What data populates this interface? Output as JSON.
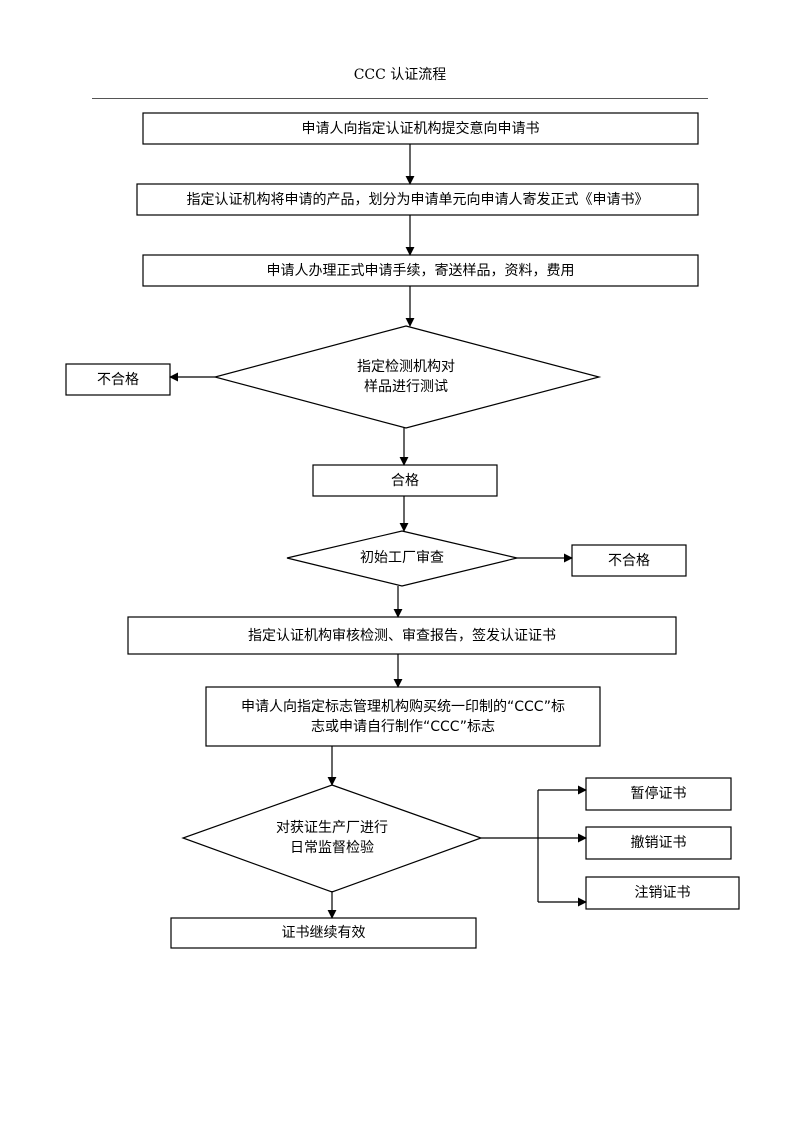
{
  "header": {
    "title": "CCC 认证流程"
  },
  "steps": {
    "submit_intent": "申请人向指定认证机构提交意向申请书",
    "issue_application": "指定认证机构将申请的产品，划分为申请单元向申请人寄发正式《申请书》",
    "formal_application": "申请人办理正式申请手续，寄送样品，资料，费用",
    "sample_test": {
      "line1": "指定检测机构对",
      "line2": "样品进行测试"
    },
    "test_fail": "不合格",
    "test_pass": "合格",
    "factory_inspection": "初始工厂审查",
    "inspection_fail": "不合格",
    "review_issue_cert": "指定认证机构审核检测、审查报告，签发认证证书",
    "purchase_mark": {
      "line1": "申请人向指定标志管理机构购买统一印制的“CCC”标",
      "line2": "志或申请自行制作“CCC”标志"
    },
    "surveillance": {
      "line1": "对获证生产厂进行",
      "line2": "日常监督检验"
    },
    "suspend_cert": "暂停证书",
    "revoke_cert": "撤销证书",
    "cancel_cert": "注销证书",
    "cert_continue": "证书继续有效"
  }
}
